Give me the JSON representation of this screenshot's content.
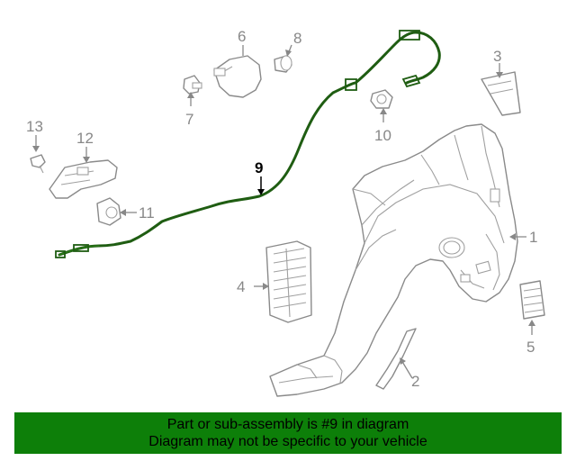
{
  "callouts": {
    "c1": "1",
    "c2": "2",
    "c3": "3",
    "c4": "4",
    "c5": "5",
    "c6": "6",
    "c7": "7",
    "c8": "8",
    "c9": "9",
    "c10": "10",
    "c11": "11",
    "c12": "12",
    "c13": "13"
  },
  "banner": {
    "line1": "Part or sub-assembly is #9 in diagram",
    "line2": "Diagram may not be specific to your vehicle"
  },
  "colors": {
    "highlight_part": "#1f5d12",
    "banner_bg": "#0d7f09",
    "callout_text": "#888888",
    "selected_callout": "#000000"
  }
}
